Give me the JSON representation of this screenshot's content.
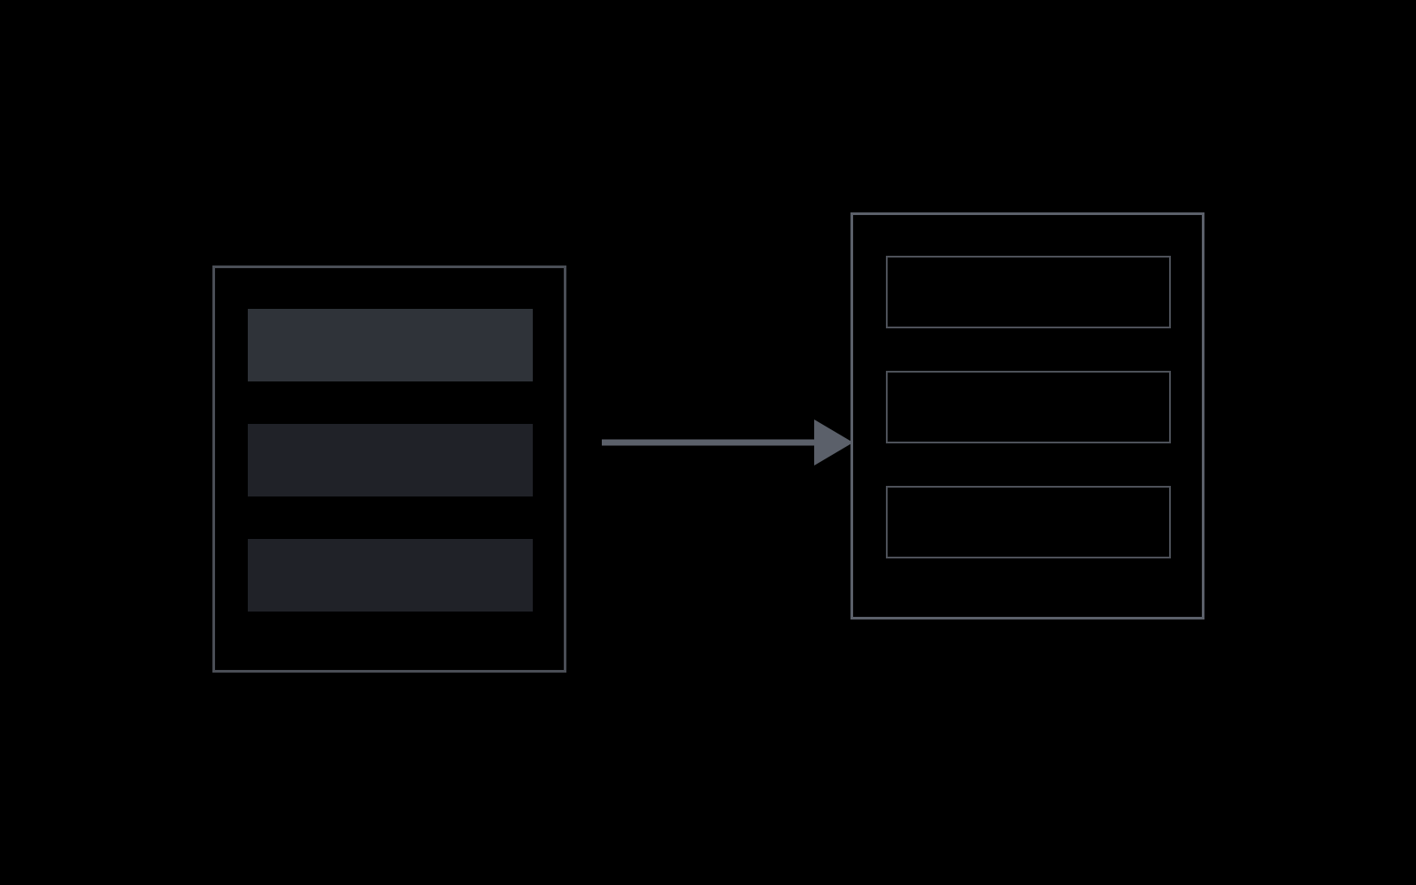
{
  "diagram": {
    "source_panel": {
      "rows": [
        {
          "state": "highlighted"
        },
        {
          "state": "filled"
        },
        {
          "state": "filled"
        }
      ]
    },
    "target_panel": {
      "rows": [
        {
          "state": "empty"
        },
        {
          "state": "empty"
        },
        {
          "state": "empty"
        }
      ]
    },
    "connector": {
      "direction": "left-to-right"
    }
  },
  "colors": {
    "background": "#000000",
    "panel_border": "#4a4e56",
    "target_border": "#5b606a",
    "row_fill": "#202228",
    "row_highlight": "#2f3339",
    "row_outline": "#4d5159",
    "arrow": "#5b606a"
  }
}
